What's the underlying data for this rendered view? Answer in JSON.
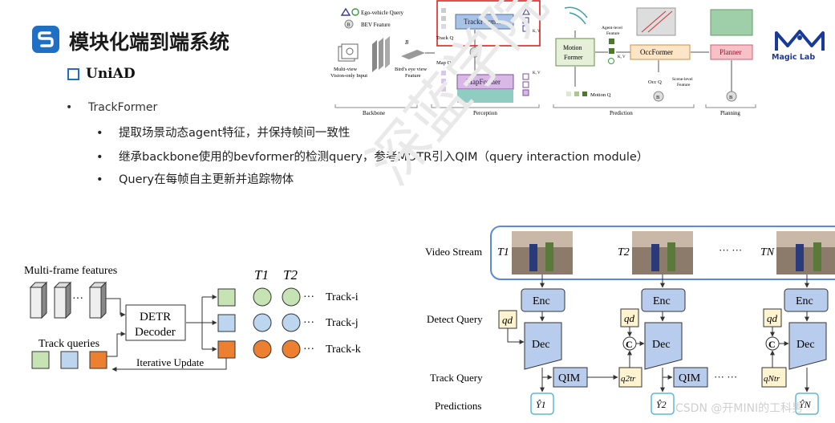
{
  "slide": {
    "title": "模块化端到端系统",
    "subtitle": "UniAD",
    "bullet_main": "TrackFormer",
    "bullets": [
      "提取场景动态agent特征，并保持帧间一致性",
      "继承backbone使用的bevformer的检测query，参考MOTR引入QIM（query interaction module）",
      "Query在每帧自主更新并追踪物体"
    ],
    "watermark": "深蓝学院",
    "csdn_mark": "CSDN @开MINI的工科男",
    "brand_name": "Magic Lab"
  },
  "uniad": {
    "legend_ego": "Ego-vehicle Query",
    "legend_bev": "BEV Feature",
    "input_label_1": "Multi-view",
    "input_label_2": "Vision-only Input",
    "bev_label_1": "Bird's eye view",
    "bev_label_2": "Feature",
    "b_letter": "B",
    "track_q": "Track Q",
    "map_q": "Map Q",
    "trackformer": "TrackFormer",
    "mapformer": "MapFormer",
    "motion_1": "Motion",
    "motion_2": "Former",
    "motion_q": "Motion Q",
    "agent_feat_1": "Agent-level",
    "agent_feat_2": "Feature",
    "occformer": "OccFormer",
    "occ_q": "Occ Q",
    "scene_feat_1": "Scene-level",
    "scene_feat_2": "Feature",
    "planner": "Planner",
    "kv": "K, V",
    "sections": [
      "Backbone",
      "Perception",
      "Prediction",
      "Planning"
    ]
  },
  "detr": {
    "multi_frame": "Multi-frame features",
    "track_queries": "Track queries",
    "decoder_1": "DETR",
    "decoder_2": "Decoder",
    "iterative": "Iterative Update",
    "t1": "T1",
    "t2": "T2",
    "tracks": [
      "Track-i",
      "Track-j",
      "Track-k"
    ],
    "ellipsis": "···"
  },
  "motr": {
    "video_stream": "Video Stream",
    "detect_query": "Detect Query",
    "track_query": "Track Query",
    "predictions": "Predictions",
    "frames": [
      "T1",
      "T2",
      "TN"
    ],
    "enc": "Enc",
    "dec": "Dec",
    "qim": "QIM",
    "qd": "qd",
    "concat": "C",
    "ellipsis": "··· ···",
    "y_labels": [
      "Ŷ1",
      "Ŷ2",
      "ŶN"
    ],
    "qtr_labels": [
      "q2tr",
      "qNtr"
    ]
  }
}
